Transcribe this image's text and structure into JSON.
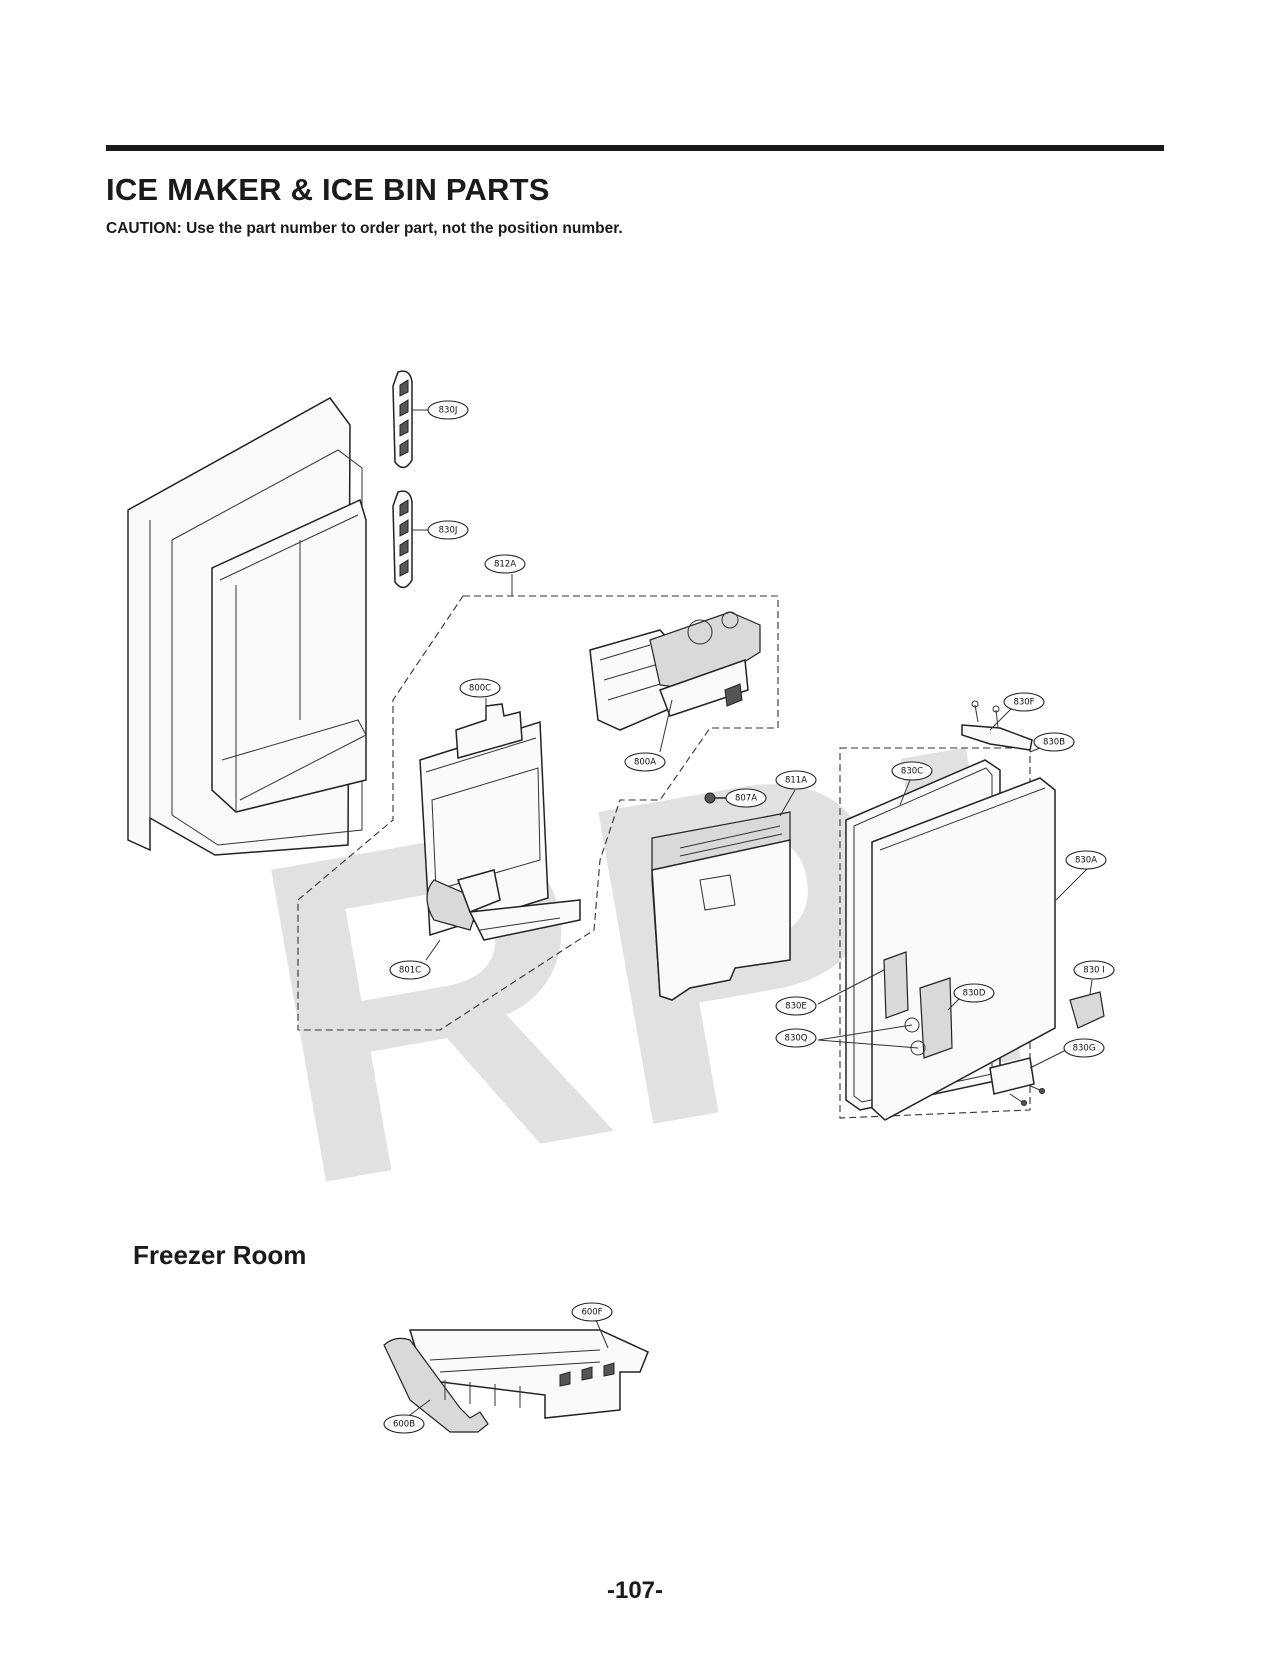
{
  "header": {
    "title": "ICE MAKER & ICE BIN PARTS",
    "caution": "CAUTION: Use the part number to order part, not the position number."
  },
  "watermark": "RPI",
  "callouts": {
    "c830J_top": "830J",
    "c830J_bottom": "830J",
    "c812A": "812A",
    "c800C": "800C",
    "c800A": "800A",
    "c801C": "801C",
    "c807A": "807A",
    "c811A": "811A",
    "c830F": "830F",
    "c830B": "830B",
    "c830C": "830C",
    "c830A": "830A",
    "c830I": "830 I",
    "c830D": "830D",
    "c830E": "830E",
    "c830Q": "830Q",
    "c830G": "830G",
    "c600F": "600F",
    "c600B": "600B"
  },
  "section": {
    "freezer_room": "Freezer Room"
  },
  "footer": {
    "page_number": "-107-"
  }
}
